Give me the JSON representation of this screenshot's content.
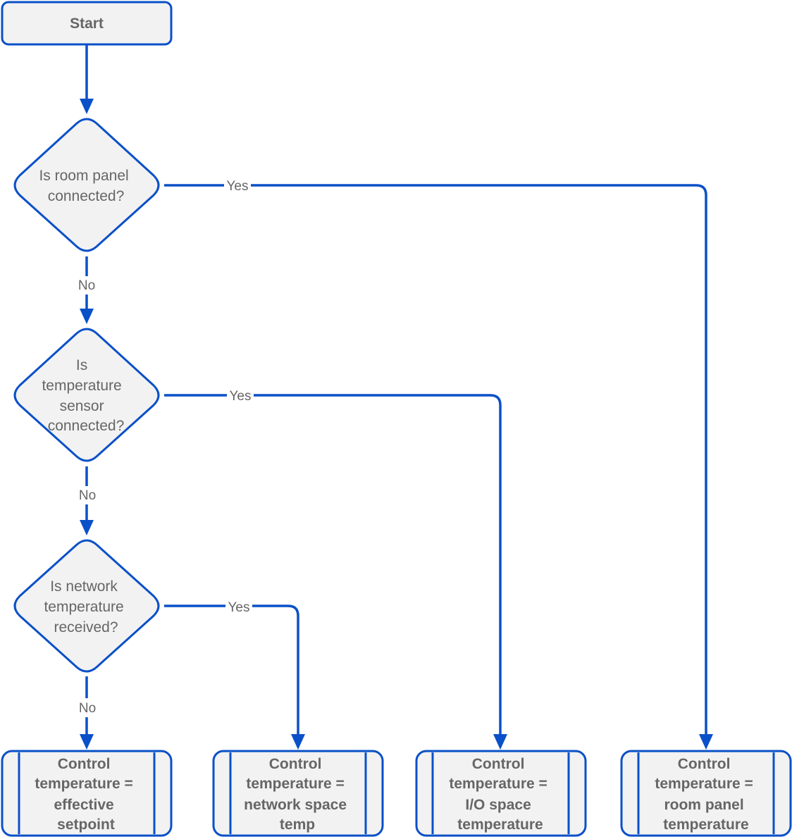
{
  "colors": {
    "stroke": "#0a50c8",
    "fill": "#f2f2f2",
    "text": "#666666",
    "background": "#ffffff"
  },
  "nodes": {
    "start": {
      "label": "Start"
    },
    "decision_room_panel": {
      "lines": [
        "Is room panel",
        "connected?"
      ]
    },
    "decision_temp_sensor": {
      "lines": [
        "Is",
        "temperature",
        "sensor",
        "connected?"
      ]
    },
    "decision_network": {
      "lines": [
        "Is network",
        "temperature",
        "received?"
      ]
    },
    "process_effective": {
      "lines": [
        "Control",
        "temperature =",
        "effective",
        "setpoint"
      ]
    },
    "process_network": {
      "lines": [
        "Control",
        "temperature =",
        "network space",
        "temp"
      ]
    },
    "process_io": {
      "lines": [
        "Control",
        "temperature =",
        "I/O space",
        "temperature"
      ]
    },
    "process_room_panel": {
      "lines": [
        "Control",
        "temperature =",
        "room panel",
        "temperature"
      ]
    }
  },
  "edges": {
    "room_panel_yes": "Yes",
    "room_panel_no": "No",
    "temp_sensor_yes": "Yes",
    "temp_sensor_no": "No",
    "network_yes": "Yes",
    "network_no": "No"
  }
}
